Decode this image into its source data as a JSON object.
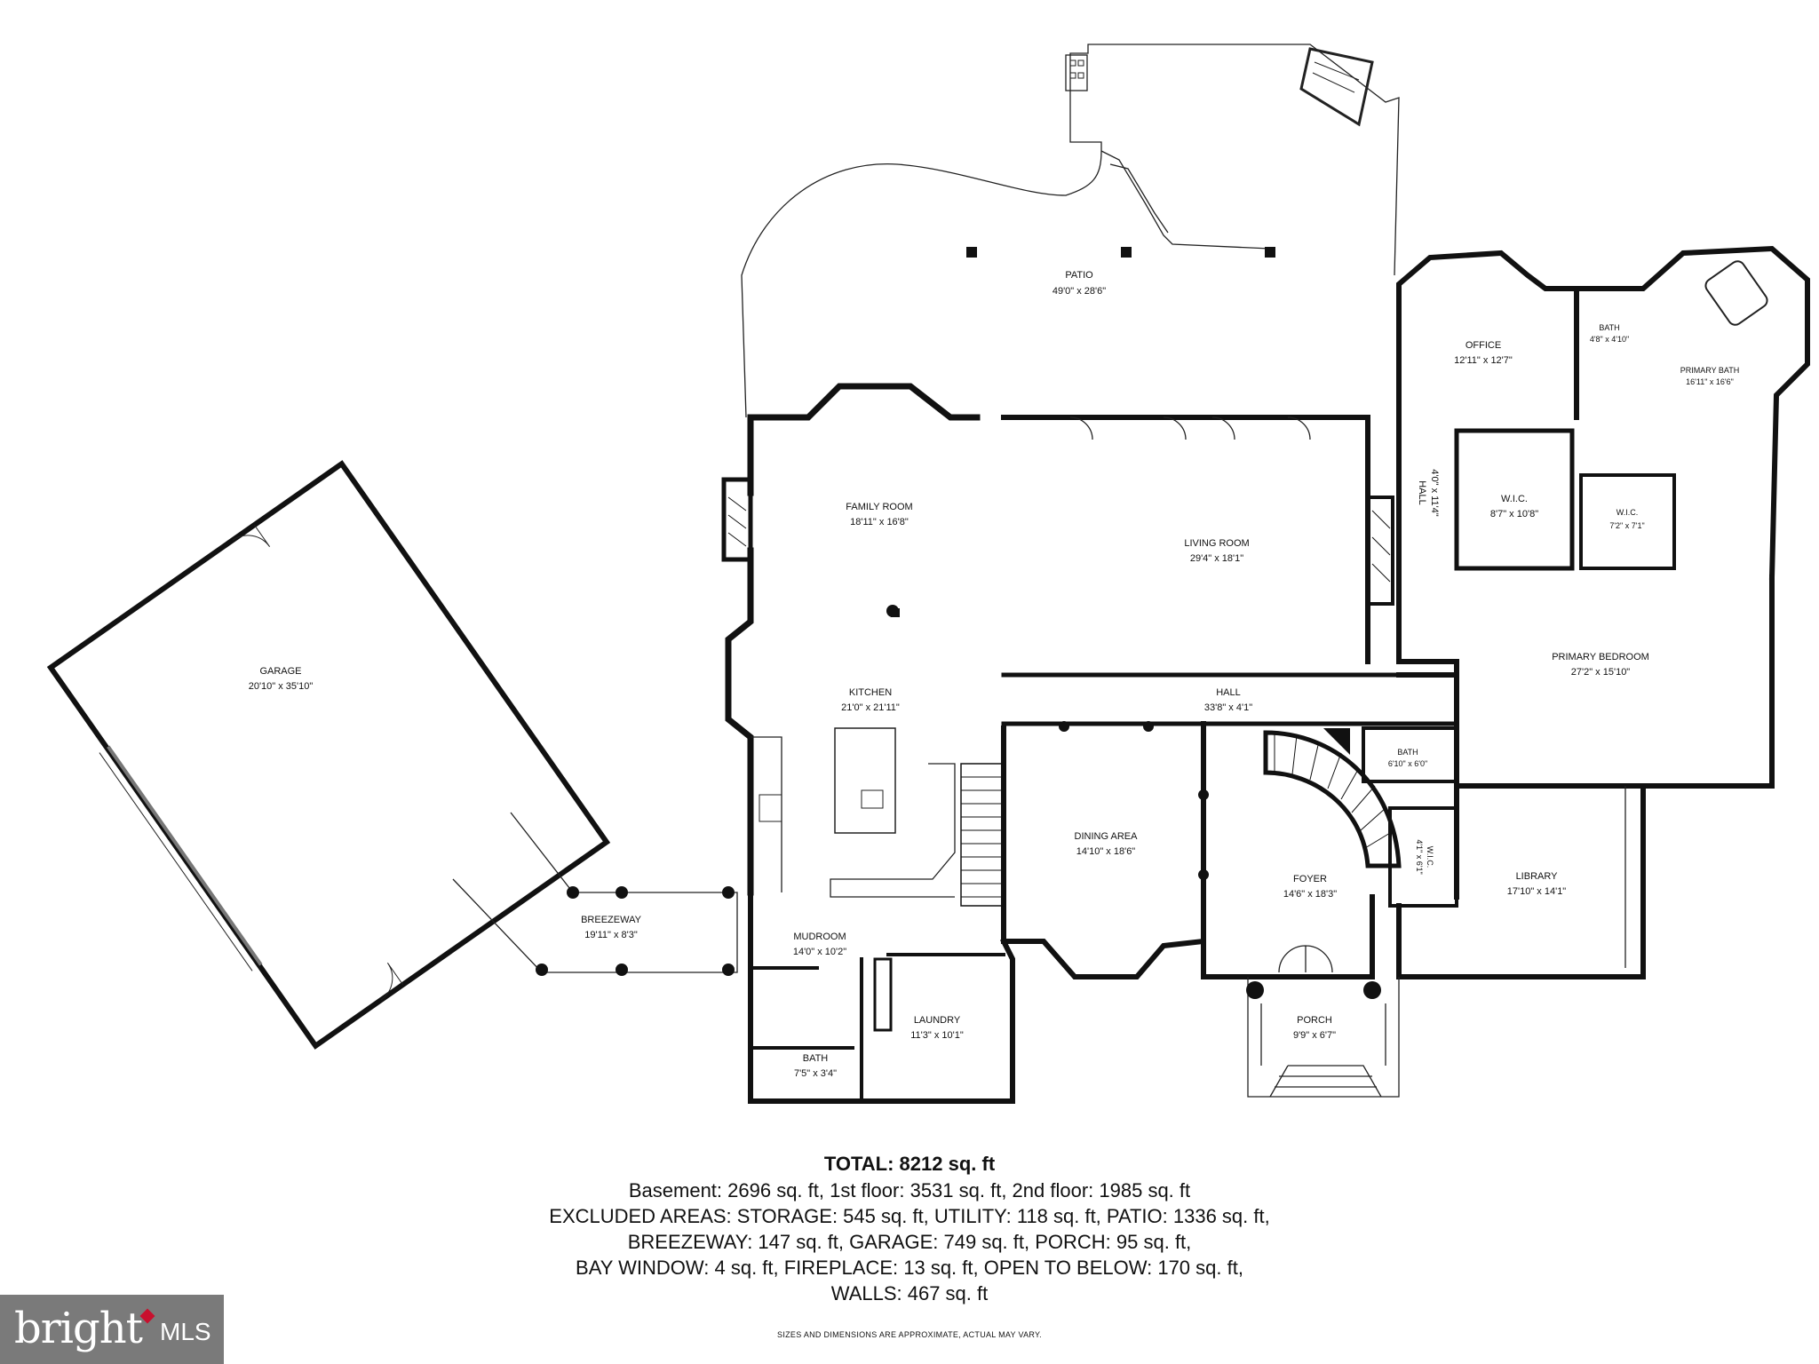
{
  "rooms": {
    "patio": {
      "name": "PATIO",
      "dim": "49'0\" x 28'6\""
    },
    "office": {
      "name": "OFFICE",
      "dim": "12'11\" x 12'7\""
    },
    "upper_bath": {
      "name": "BATH",
      "dim": "4'8\" x 4'10\""
    },
    "primary_bath": {
      "name": "PRIMARY BATH",
      "dim": "16'11\" x 16'6\""
    },
    "family_room": {
      "name": "FAMILY ROOM",
      "dim": "18'11\" x 16'8\""
    },
    "living_room": {
      "name": "LIVING ROOM",
      "dim": "29'4\" x 18'1\""
    },
    "hall_vertical": {
      "name": "HALL",
      "dim": "4'0\" x 11'4\""
    },
    "wic_1": {
      "name": "W.I.C.",
      "dim": "8'7\" x 10'8\""
    },
    "wic_2": {
      "name": "W.I.C.",
      "dim": "7'2\" x 7'1\""
    },
    "garage": {
      "name": "GARAGE",
      "dim": "20'10\" x 35'10\""
    },
    "kitchen": {
      "name": "KITCHEN",
      "dim": "21'0\" x 21'11\""
    },
    "hall_main": {
      "name": "HALL",
      "dim": "33'8\" x 4'1\""
    },
    "primary_bedroom": {
      "name": "PRIMARY BEDROOM",
      "dim": "27'2\" x 15'10\""
    },
    "bath_foyer": {
      "name": "BATH",
      "dim": "6'10\" x 6'0\""
    },
    "wic_3": {
      "name": "W.I.C.",
      "dim": "4'1\" x 6'1\""
    },
    "dining_area": {
      "name": "DINING AREA",
      "dim": "14'10\" x 18'6\""
    },
    "foyer": {
      "name": "FOYER",
      "dim": "14'6\" x 18'3\""
    },
    "library": {
      "name": "LIBRARY",
      "dim": "17'10\" x 14'1\""
    },
    "breezeway": {
      "name": "BREEZEWAY",
      "dim": "19'11\" x 8'3\""
    },
    "mudroom": {
      "name": "MUDROOM",
      "dim": "14'0\" x 10'2\""
    },
    "laundry": {
      "name": "LAUNDRY",
      "dim": "11'3\" x 10'1\""
    },
    "bath_lower": {
      "name": "BATH",
      "dim": "7'5\" x 3'4\""
    },
    "porch": {
      "name": "PORCH",
      "dim": "9'9\" x 6'7\""
    }
  },
  "summary": {
    "total": "TOTAL: 8212 sq. ft",
    "line1": "Basement: 2696 sq. ft, 1st floor: 3531 sq. ft, 2nd floor: 1985 sq. ft",
    "line2": "EXCLUDED AREAS: STORAGE: 545 sq. ft, UTILITY: 118 sq. ft, PATIO: 1336 sq. ft,",
    "line3": "BREEZEWAY: 147 sq. ft, GARAGE: 749 sq. ft, PORCH: 95 sq. ft,",
    "line4": "BAY WINDOW: 4 sq. ft, FIREPLACE: 13 sq. ft, OPEN TO BELOW: 170 sq. ft,",
    "line5": "WALLS: 467 sq. ft"
  },
  "disclaimer": "SIZES AND DIMENSIONS ARE APPROXIMATE, ACTUAL MAY VARY.",
  "logo": {
    "brand": "bright",
    "suffix": "MLS",
    "accent_color": "#c8102e"
  }
}
